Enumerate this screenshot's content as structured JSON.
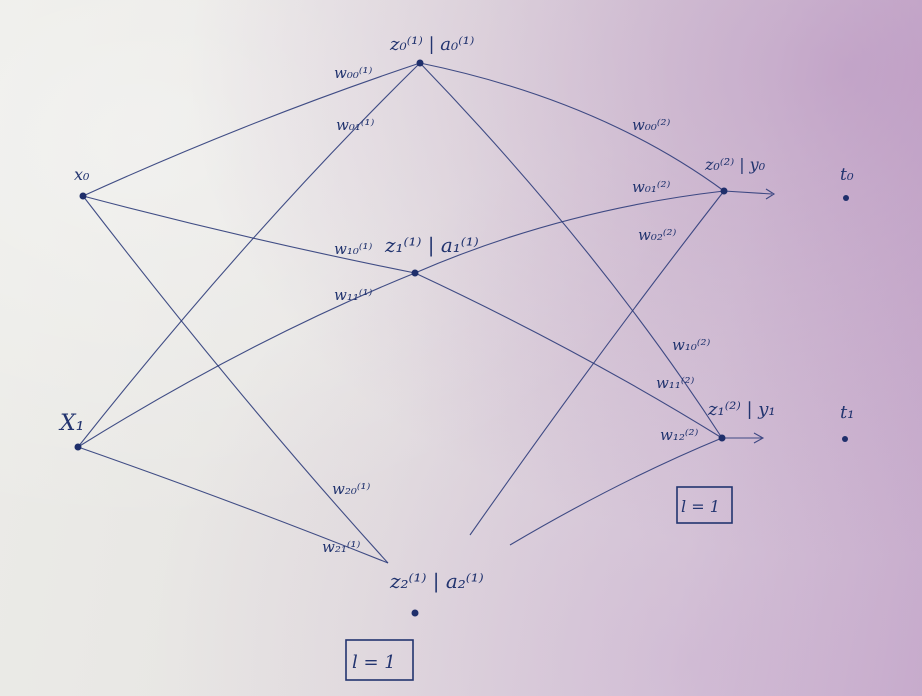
{
  "colors": {
    "ink": "#22346f",
    "paper": "#e8e6e3"
  },
  "nodes": {
    "x0": "x₀",
    "x1": "X₁",
    "h0": "z₀⁽¹⁾ | a₀⁽¹⁾",
    "h1": "z₁⁽¹⁾ | a₁⁽¹⁾",
    "h2": "z₂⁽¹⁾ | a₂⁽¹⁾",
    "o0": "z₀⁽²⁾ | y₀",
    "o1": "z₁⁽²⁾ | y₁",
    "t0": "t₀",
    "t1": "t₁"
  },
  "weights": {
    "w00_1": "w₀₀⁽¹⁾",
    "w01_1": "w₀₁⁽¹⁾",
    "w10_1": "w₁₀⁽¹⁾",
    "w11_1": "w₁₁⁽¹⁾",
    "w20_1": "w₂₀⁽¹⁾",
    "w21_1": "w₂₁⁽¹⁾",
    "w00_2": "w₀₀⁽²⁾",
    "w01_2": "w₀₁⁽²⁾",
    "w02_2": "w₀₂⁽²⁾",
    "w10_2": "w₁₀⁽²⁾",
    "w11_2": "w₁₁⁽²⁾",
    "w12_2": "w₁₂⁽²⁾"
  },
  "layer_boxes": {
    "hidden": "l = 1",
    "output": "l = 1"
  }
}
